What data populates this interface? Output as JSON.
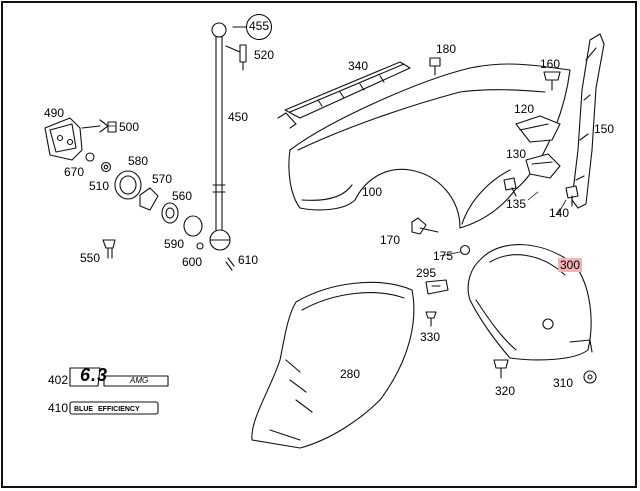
{
  "diagram": {
    "callout": "455",
    "labels": {
      "p520": "520",
      "p450": "450",
      "p490": "490",
      "p500": "500",
      "p670": "670",
      "p510": "510",
      "p580": "580",
      "p570": "570",
      "p560": "560",
      "p590": "590",
      "p600": "600",
      "p610": "610",
      "p550": "550",
      "p340": "340",
      "p180": "180",
      "p160": "160",
      "p120": "120",
      "p150": "150",
      "p130": "130",
      "p135": "135",
      "p140": "140",
      "p100": "100",
      "p170": "170",
      "p175": "175",
      "p295": "295",
      "p300": "300",
      "p330": "330",
      "p280": "280",
      "p320": "320",
      "p310": "310",
      "p402": "402",
      "p410": "410"
    },
    "highlight_color": "#f3b3b3",
    "emblems": {
      "amg": {
        "digits": "6.3",
        "suffix": "AMG"
      },
      "blue": {
        "badge": "BLUE",
        "text": "EFFICIENCY"
      }
    }
  }
}
